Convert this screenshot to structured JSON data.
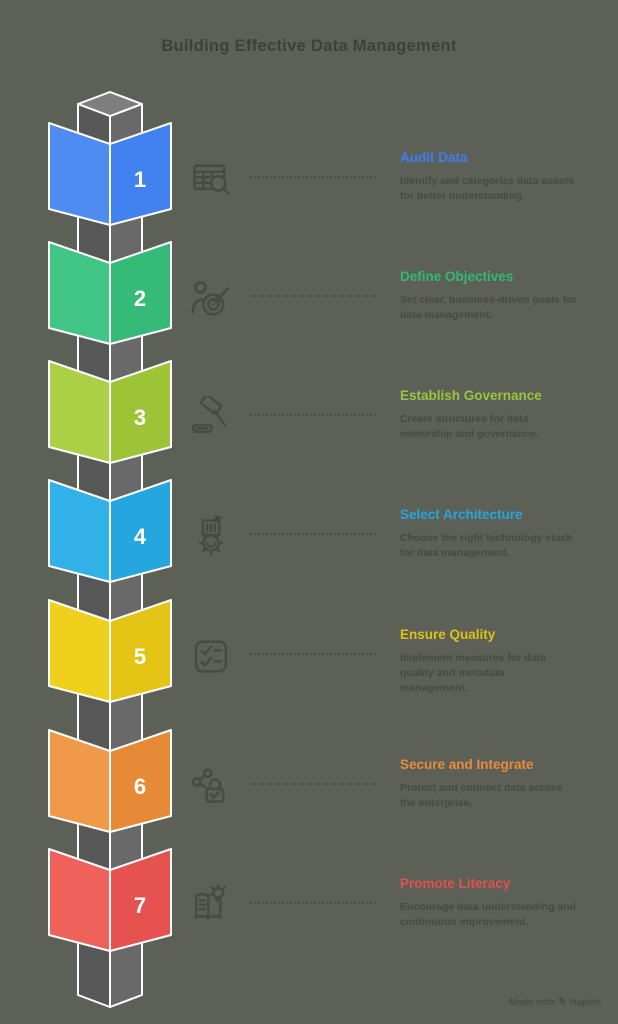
{
  "page": {
    "title": "Building Effective Data Management",
    "background_color": "#5c6057",
    "title_color": "#3d413b"
  },
  "tower": {
    "column": {
      "left_face": "#575757",
      "right_face": "#696969",
      "top_cap": "#7e7e7e"
    }
  },
  "watermark": {
    "prefix": "Made with",
    "pen_glyph": "✎",
    "brand": "Napkin"
  },
  "steps": [
    {
      "number": "1",
      "title": "Audit Data",
      "description": "Identify and categorize data assets\nfor better understanding.",
      "accent": "#3e7ef2",
      "cube": {
        "left": "#4f8cf2",
        "right": "#4181f0"
      },
      "icon": "table-search-icon"
    },
    {
      "number": "2",
      "title": "Define Objectives",
      "description": "Set clear, business-driven goals for\ndata management.",
      "accent": "#31ba74",
      "cube": {
        "left": "#41c584",
        "right": "#35bb77"
      },
      "icon": "target-arrow-icon"
    },
    {
      "number": "3",
      "title": "Establish Governance",
      "description": "Create structures for data\nownership and governance.",
      "accent": "#9cc43c",
      "cube": {
        "left": "#abd046",
        "right": "#9dc437"
      },
      "icon": "gavel-icon"
    },
    {
      "number": "4",
      "title": "Select Architecture",
      "description": "Choose the right technology stack\nfor data management.",
      "accent": "#2ba4dc",
      "cube": {
        "left": "#31b1e8",
        "right": "#26a6df"
      },
      "icon": "gear-building-icon"
    },
    {
      "number": "5",
      "title": "Ensure Quality",
      "description": "Implement measures for data\nquality and metadata\nmanagement.",
      "accent": "#ddc216",
      "cube": {
        "left": "#efd11d",
        "right": "#e4c414"
      },
      "icon": "checklist-icon"
    },
    {
      "number": "6",
      "title": "Secure and Integrate",
      "description": "Protect and connect data across\nthe enterprise.",
      "accent": "#e98c3b",
      "cube": {
        "left": "#f09a49",
        "right": "#e78a38"
      },
      "icon": "share-lock-icon"
    },
    {
      "number": "7",
      "title": "Promote Literacy",
      "description": "Encourage data understanding and\ncontinuous improvement.",
      "accent": "#e4504e",
      "cube": {
        "left": "#ef625b",
        "right": "#e55250"
      },
      "icon": "book-bulb-icon"
    }
  ]
}
